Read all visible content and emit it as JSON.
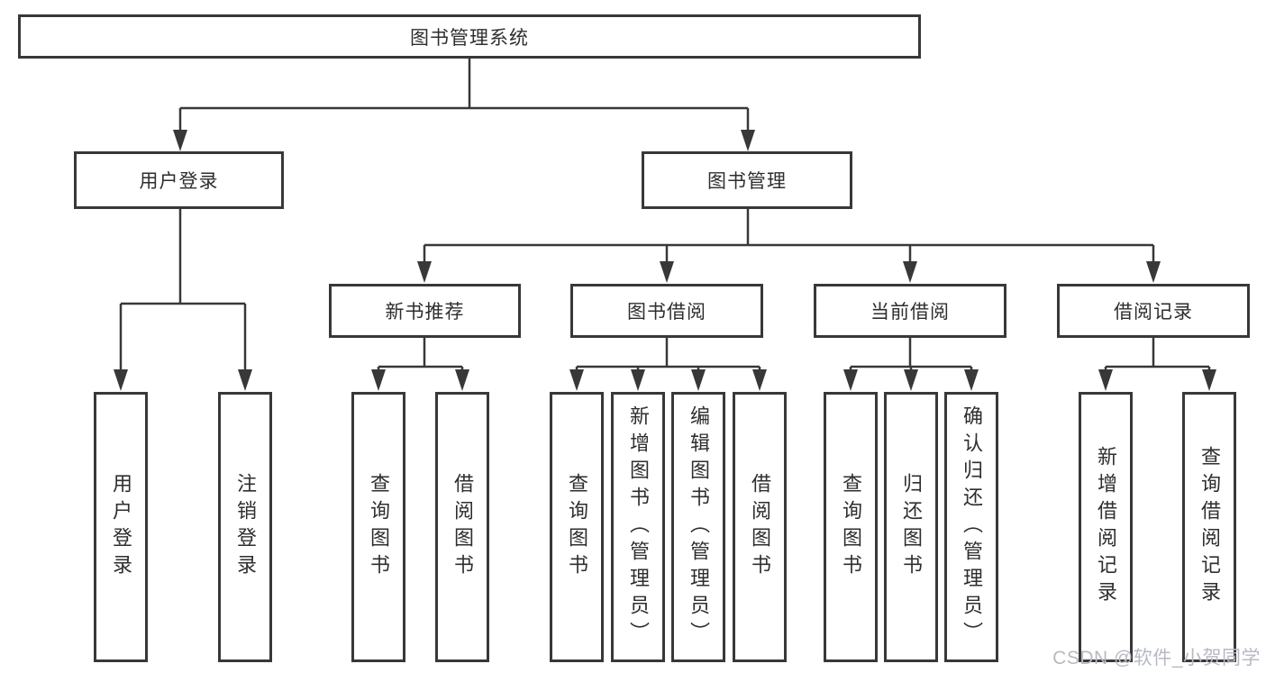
{
  "diagram_title": "图书管理系统",
  "colors": {
    "line": "#383838",
    "box_border": "#383838",
    "text": "#2e2e2e",
    "background": "#ffffff",
    "watermark": "#b6bac1"
  },
  "nodes": {
    "root": "图书管理系统",
    "user_login": "用户登录",
    "book_management": "图书管理",
    "new_book_recommend": "新书推荐",
    "book_borrowing": "图书借阅",
    "current_borrowing": "当前借阅",
    "borrowing_records": "借阅记录",
    "leaf_user_login": "用户登录",
    "leaf_logout": "注销登录",
    "leaf_rec_query_books": "查询图书",
    "leaf_rec_borrow_books": "借阅图书",
    "leaf_bor_query_books": "查询图书",
    "leaf_bor_add_books": "新增图书（管理员）",
    "leaf_bor_edit_books": "编辑图书（管理员）",
    "leaf_bor_borrow_books": "借阅图书",
    "leaf_cur_query_books": "查询图书",
    "leaf_cur_return_books": "归还图书",
    "leaf_cur_confirm_return": "确认归还（管理员）",
    "leaf_log_add_record": "新增借阅记录",
    "leaf_log_query_record": "查询借阅记录"
  },
  "watermark": {
    "text": "CSDN @软件_小贺同学"
  },
  "tree": {
    "root": "图书管理系统",
    "children": [
      {
        "label": "用户登录",
        "children": [
          "用户登录",
          "注销登录"
        ]
      },
      {
        "label": "图书管理",
        "children": [
          {
            "label": "新书推荐",
            "children": [
              "查询图书",
              "借阅图书"
            ]
          },
          {
            "label": "图书借阅",
            "children": [
              "查询图书",
              "新增图书（管理员）",
              "编辑图书（管理员）",
              "借阅图书"
            ]
          },
          {
            "label": "当前借阅",
            "children": [
              "查询图书",
              "归还图书",
              "确认归还（管理员）"
            ]
          },
          {
            "label": "借阅记录",
            "children": [
              "新增借阅记录",
              "查询借阅记录"
            ]
          }
        ]
      }
    ]
  }
}
